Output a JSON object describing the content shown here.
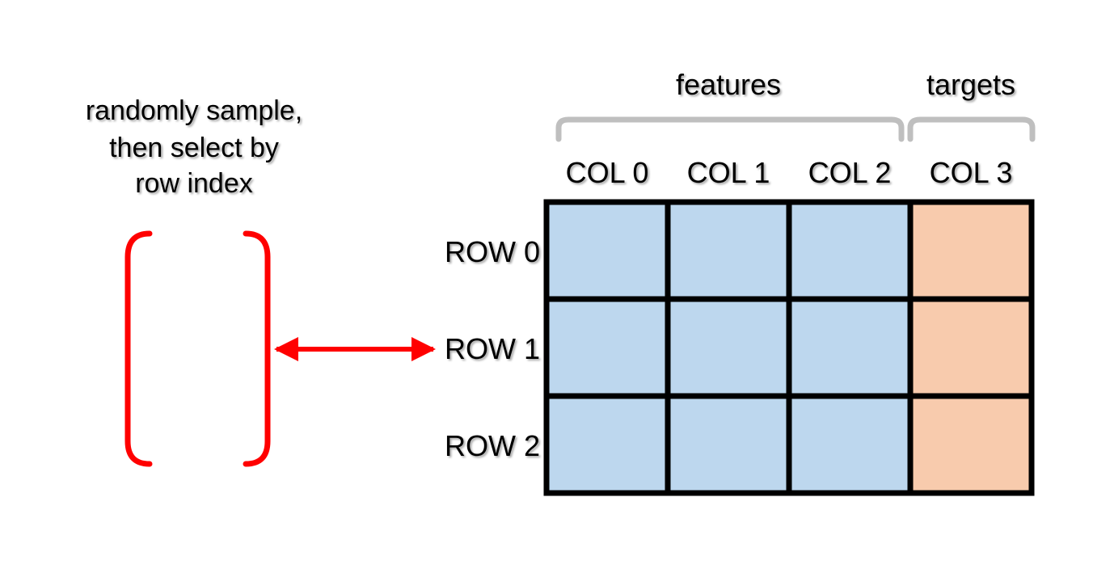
{
  "caption": {
    "lines": [
      "randomly sample,",
      "then select by",
      "row index"
    ]
  },
  "groups": {
    "features_label": "features",
    "targets_label": "targets"
  },
  "columns": [
    "COL 0",
    "COL 1",
    "COL 2",
    "COL 3"
  ],
  "rows": [
    "ROW 0",
    "ROW 1",
    "ROW 2"
  ],
  "colors": {
    "feature_cell": "#bdd7ee",
    "target_cell": "#f8cbad",
    "grid_border": "#000000",
    "brace": "#bfbfbf",
    "selector": "#ff0000"
  }
}
